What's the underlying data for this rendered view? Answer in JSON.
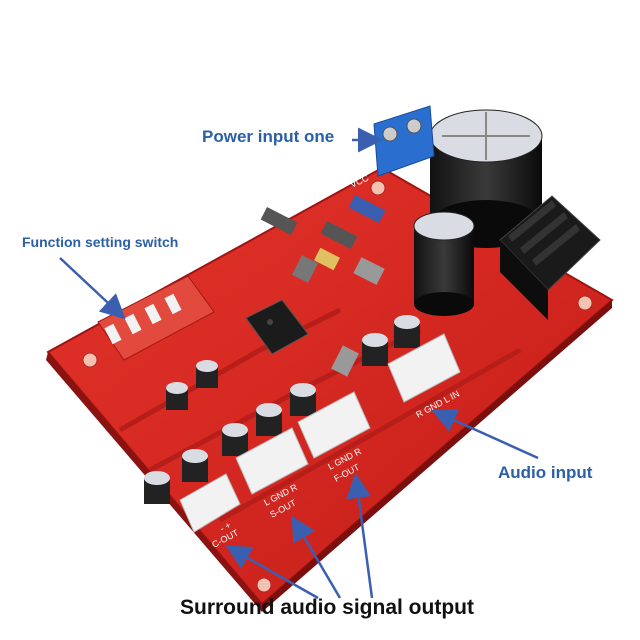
{
  "callouts": {
    "power_input": "Power input one",
    "function_switch": "Function setting switch",
    "audio_input": "Audio input",
    "surround_output": "Surround audio signal output"
  },
  "silkscreen": {
    "vcc": "VCC",
    "in_connector": "R GND L  IN",
    "f_out_connector": "L GND R",
    "f_out_label": "F-OUT",
    "s_out_connector": "L GND R",
    "s_out_label": "S-OUT",
    "c_out_label": "C-OUT",
    "c_out_pins": "-  +"
  },
  "colors": {
    "pcb": "#d8231f",
    "callout_text": "#2b5fa8",
    "arrow": "#3a5fb0"
  },
  "icons": {
    "arrows": "arrow-icon"
  }
}
